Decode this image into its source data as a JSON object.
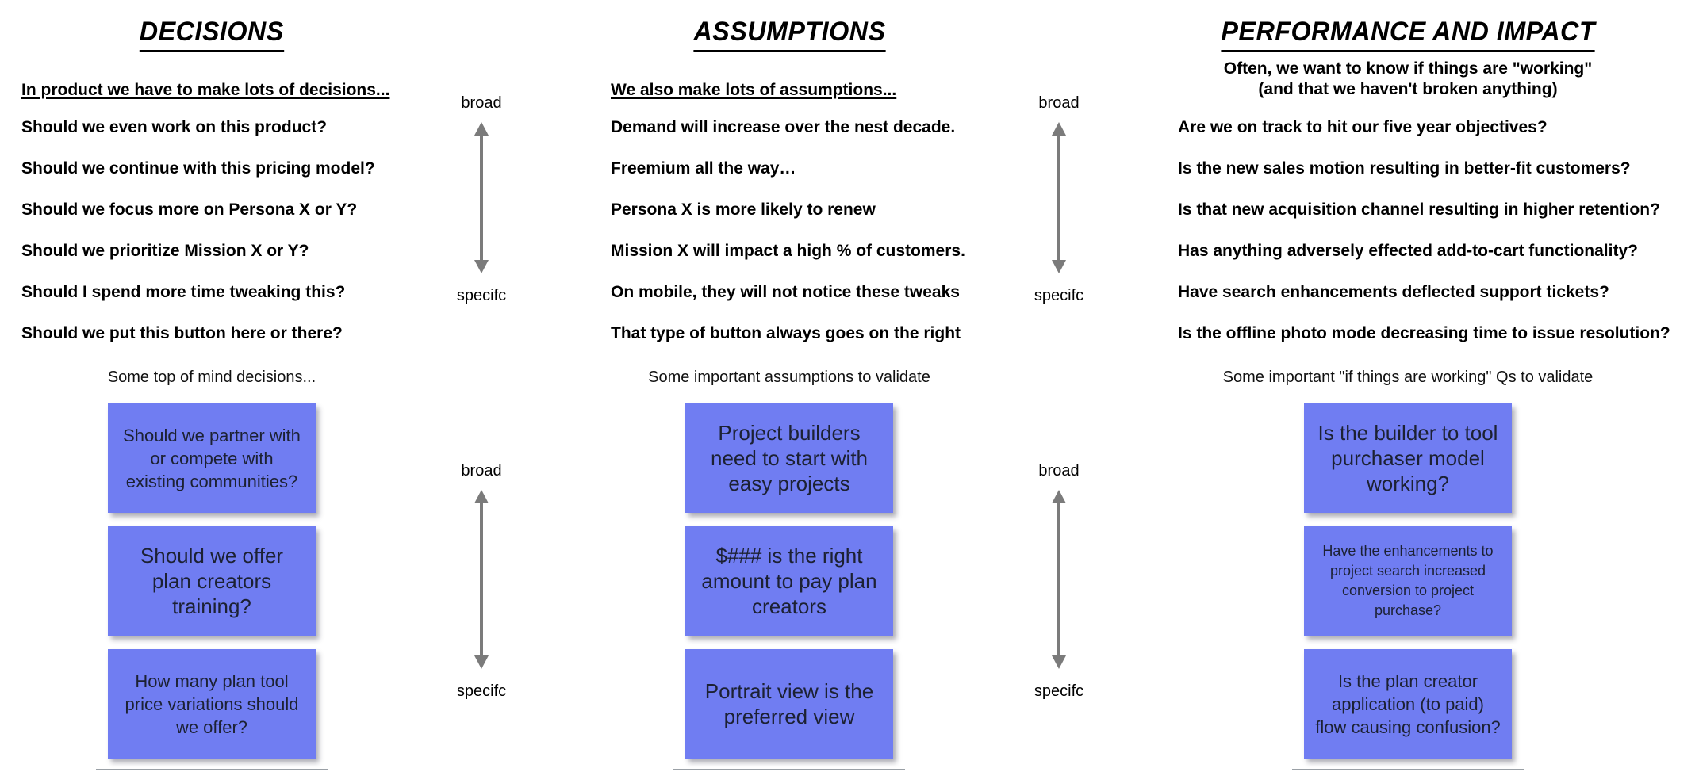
{
  "scale": {
    "broad": "broad",
    "specific": "specifc"
  },
  "colors": {
    "note_background": "#707df2",
    "arrow": "#7b7b7b",
    "text": "#000000"
  },
  "columns": [
    {
      "title": "DECISIONS",
      "subtitle": "In product we have to make lots of decisions...",
      "items": [
        "Should we even work on this product?",
        "Should we continue with this pricing model?",
        "Should we focus more on Persona X or Y?",
        "Should we prioritize Mission X or Y?",
        "Should I spend more time tweaking this?",
        "Should we put this button here or there?"
      ],
      "caption": "Some top of mind decisions...",
      "notes": [
        "Should we partner with or compete with existing communities?",
        "Should we offer plan creators training?",
        "How many plan tool price variations should we offer?"
      ]
    },
    {
      "title": "ASSUMPTIONS",
      "subtitle": "We also make lots of assumptions...",
      "items": [
        "Demand will increase over the nest decade.",
        "Freemium all the way…",
        "Persona X is more likely to renew",
        "Mission X will impact a high % of customers.",
        "On mobile, they will not notice these tweaks",
        "That type of button always goes on the right"
      ],
      "caption": "Some important assumptions to validate",
      "notes": [
        "Project builders need to start with easy projects",
        "$### is the right amount to pay plan creators",
        "Portrait view is the preferred view"
      ]
    },
    {
      "title": "PERFORMANCE AND IMPACT",
      "subtitle": "Often, we want to know if things are \"working\"",
      "subtitle2": "(and that we haven't broken anything)",
      "items": [
        "Are we on track to hit our five year objectives?",
        "Is the new sales motion resulting in better-fit customers?",
        "Is that new acquisition channel resulting in higher retention?",
        "Has anything adversely effected add-to-cart functionality?",
        "Have search enhancements deflected support tickets?",
        "Is the offline photo mode decreasing time to issue resolution?"
      ],
      "caption": "Some important \"if things are working\" Qs to validate",
      "notes": [
        "Is the builder to tool purchaser model working?",
        "Have the enhancements to project search increased conversion to project purchase?",
        "Is the plan creator application (to paid) flow causing confusion?"
      ]
    }
  ]
}
